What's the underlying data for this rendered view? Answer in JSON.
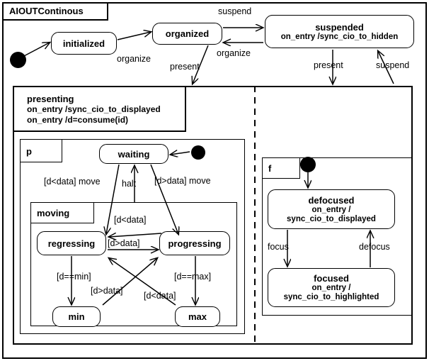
{
  "diagram": {
    "title": "AIOUTContinous",
    "type": "uml-statechart"
  },
  "states": {
    "initialized": {
      "name": "initialized"
    },
    "organized": {
      "name": "organized"
    },
    "suspended": {
      "name": "suspended",
      "action": "on_entry /sync_cio_to_hidden"
    },
    "presenting": {
      "name": "presenting",
      "action1": "on_entry /sync_cio_to_displayed",
      "action2": "on_entry /d=consume(id)"
    },
    "region_p": {
      "name": "p"
    },
    "region_f": {
      "name": "f"
    },
    "waiting": {
      "name": "waiting"
    },
    "moving": {
      "name": "moving"
    },
    "regressing": {
      "name": "regressing"
    },
    "progressing": {
      "name": "progressing"
    },
    "min": {
      "name": "min"
    },
    "max": {
      "name": "max"
    },
    "defocused": {
      "name": "defocused",
      "action1": "on_entry /",
      "action2": "sync_cio_to_displayed"
    },
    "focused": {
      "name": "focused",
      "action1": "on_entry /",
      "action2": "sync_cio_to_highlighted"
    }
  },
  "transitions": {
    "organize_top": "organize",
    "suspend_top": "suspend",
    "organize_back": "organize",
    "present_top": "present",
    "present_right": "present",
    "suspend_right": "suspend",
    "d_lt_data_move": "[d<data] move",
    "halt": "halt",
    "d_gt_data_move": "[d>data] move",
    "d_lt_data": "[d<data]",
    "d_gt_data": "[d>data]",
    "d_eq_min": "[d==min]",
    "d_eq_max": "[d==max]",
    "d_gt_data_min": "[d>data]",
    "d_lt_data_max": "[d<data]",
    "focus": "focus",
    "defocus": "defocus"
  },
  "colors": {
    "stroke": "#000000",
    "background": "#ffffff",
    "initial_node": "#000000"
  }
}
